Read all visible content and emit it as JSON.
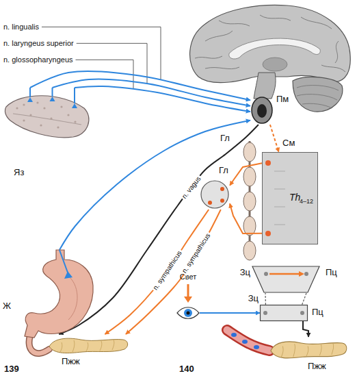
{
  "diagram": {
    "nodes": [
      {
        "text": [
          "Яз"
        ]
      },
      {
        "text": [
          "Пм"
        ]
      },
      {
        "text": [
          "См",
          "Th",
          "4–12"
        ]
      },
      {
        "text": [
          "Гл"
        ]
      },
      {
        "text": [
          "Ж"
        ]
      },
      {
        "text": [
          "Пжж"
        ]
      },
      {
        "text": [
          "Свет"
        ]
      },
      {
        "text": [
          "Зц",
          "Пц"
        ]
      },
      {
        "text": [
          "Зц",
          "Пц"
        ]
      },
      {
        "text": [
          "Пжж"
        ]
      }
    ],
    "edges": [
      {
        "from": 0,
        "to": 1,
        "arrow": "to"
      },
      {
        "from": 0,
        "to": 1,
        "arrow": "to"
      },
      {
        "from": 0,
        "to": 1,
        "arrow": "to"
      },
      {
        "from": 4,
        "to": 1,
        "arrow": "to"
      },
      {
        "from": 1,
        "to": 5,
        "label": "n. vagus",
        "arrow": "to"
      },
      {
        "from": 2,
        "to": 3,
        "arrow": "to"
      },
      {
        "from": 2,
        "to": 3,
        "arrow": "to"
      },
      {
        "from": 3,
        "to": 5,
        "label": "n. sympathicus",
        "arrow": "to"
      },
      {
        "from": 3,
        "to": 5,
        "label": "n. sympathicus",
        "arrow": "to"
      },
      {
        "from": 1,
        "to": 2,
        "arrow": "to"
      },
      {
        "from": 6,
        "to": 8,
        "arrow": "to"
      },
      {
        "from": 8,
        "to": 7,
        "arrow": "none"
      },
      {
        "from": 7,
        "to": 8,
        "arrow": "none"
      },
      {
        "from": 8,
        "to": 9,
        "arrow": "to"
      }
    ],
    "labels": [
      "n. lingualis",
      "n. laryngeus superior",
      "n. glossopharyngeus",
      "Гл",
      "139",
      "140"
    ]
  }
}
